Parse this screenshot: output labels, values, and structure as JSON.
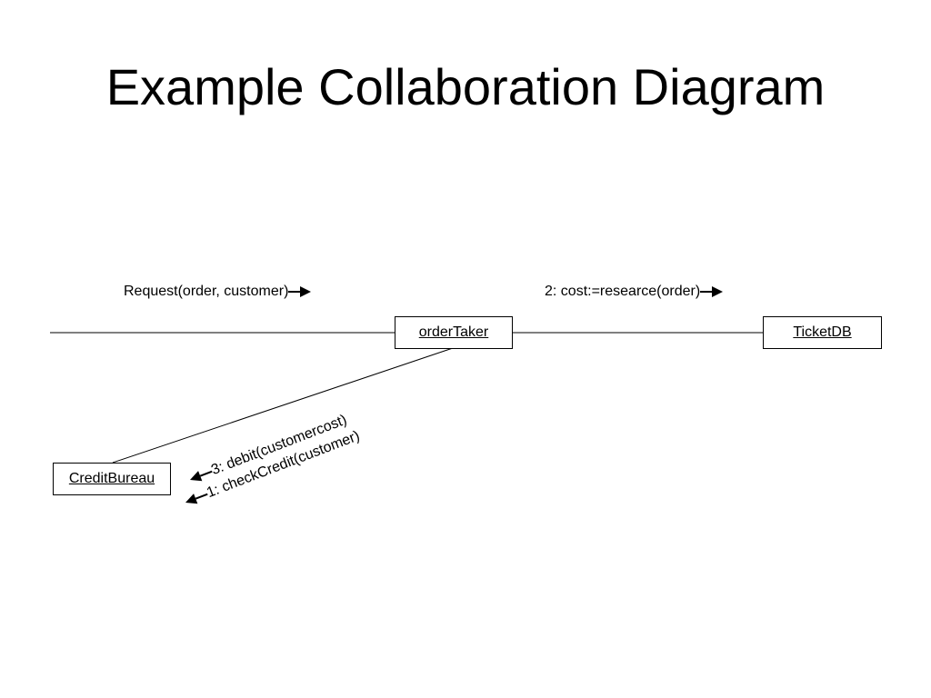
{
  "title": "Example Collaboration Diagram",
  "objects": {
    "order_taker": "orderTaker",
    "ticket_db": "TicketDB",
    "credit_bureau": "CreditBureau"
  },
  "messages": {
    "request": "Request(order, customer)",
    "research": "2: cost:=researce(order)",
    "debit": "3: debit(customercost)",
    "check_credit": "1: checkCredit(customer)"
  }
}
